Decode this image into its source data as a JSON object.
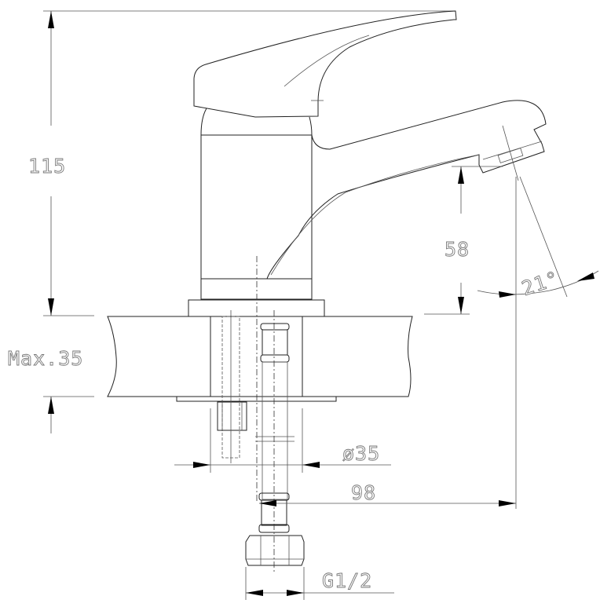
{
  "drawing": {
    "title": "Faucet dimension drawing",
    "dimensions": {
      "height": "115",
      "spout_height": "58",
      "angle": "21°",
      "max_counter": "Max.35",
      "hole_diameter": "ø35",
      "reach": "98",
      "thread": "G1/2"
    }
  }
}
